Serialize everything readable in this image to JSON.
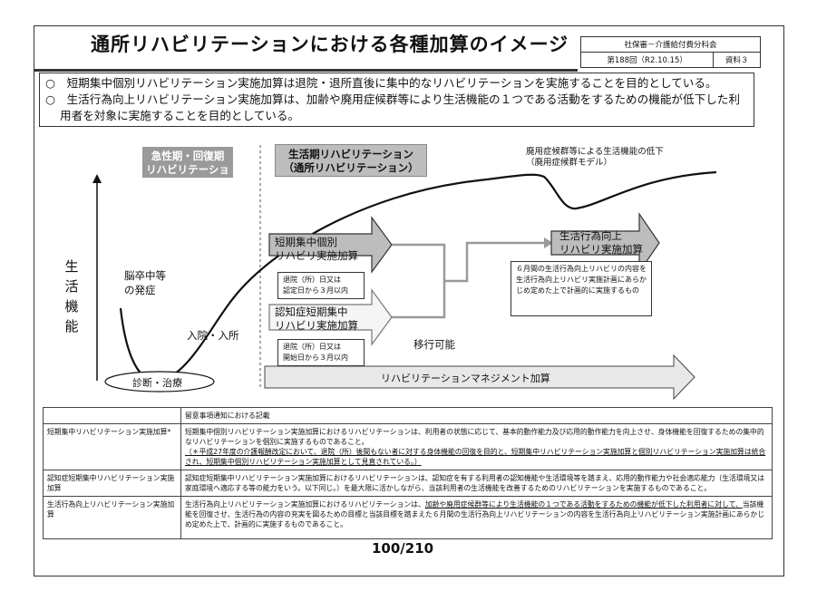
{
  "header": {
    "title": "通所リハビリテーションにおける各種加算のイメージ",
    "committee": "社保審－介護給付費分科会",
    "session": "第188回（R2.10.15）",
    "document": "資料３"
  },
  "intro": {
    "p1": "○　短期集中個別リハビリテーション実施加算は退院・退所直後に集中的なリハビリテーションを実施することを目的としている。",
    "p2": "○　生活行為向上リハビリテーション実施加算は、加齢や廃用症候群等により生活機能の１つである活動をするための機能が低下した利用者を対象に実施することを目的としている。"
  },
  "diagram": {
    "phase_acute": "急性期・回復期\nリハビリテーション",
    "phase_life": "生活期リハビリテーション\n（通所リハビリテーション）",
    "decline_label": "廃用症候群等による生活機能の低下\n（廃用症候群モデル）",
    "y_label": "生活機能",
    "stroke_label": "脳卒中等\nの発症",
    "admission_label": "入院・入所",
    "diagnosis_label": "診断・治療",
    "short_term_arrow": "短期集中個別\nリハビリ実施加算",
    "short_term_note": "退院（所）日又は\n認定日から３月以内",
    "dementia_arrow": "認知症短期集中\nリハビリ実施加算",
    "dementia_note": "退院（所）日又は\n開始日から３月以内",
    "transition_label": "移行可能",
    "life_act_arrow": "生活行為向上\nリハビリ実施加算",
    "life_act_note": "６月間の生活行為向上リハビリの内容を生活行為向上リハビリ実施計画にあらかじめ定めた上で計画的に実施するもの",
    "management_arrow": "リハビリテーションマネジメント加算"
  },
  "policy_table": {
    "header": "留意事項通知における記載",
    "rows": [
      {
        "name": "短期集中リハビリテーション実施加算*",
        "text1": "短期集中個別リハビリテーション実施加算におけるリハビリテーションは、利用者の状態に応じて、基本的動作能力及び応用的動作能力を向上させ、身体機能を回復するための集中的なリハビリテーションを個別に実施するものであること。",
        "text2": "（＊平成27年度の介護報酬改定において、退院（所）後間もない者に対する身体機能の回復を目的と、短期集中リハビリテーション実施加算と個別リハビリテーション実施加算は統合され、短期集中個別リハビリテーション実施加算として見直されている。）"
      },
      {
        "name": "認知症短期集中リハビリテーション実施加算",
        "text1": "認知症短期集中リハビリテーション実施加算におけるリハビリテーションは、認知症を有する利用者の認知機能や生活環境等を踏まえ、応用的動作能力や社会適応能力（生活環境又は家庭環境へ適応する等の能力をいう。以下同じ。）を最大限に活かしながら、当該利用者の生活機能を改善するためのリハビリテーションを実施するものであること。",
        "text2": ""
      },
      {
        "name": "生活行為向上リハビリテーション実施加算",
        "text1": "生活行為向上リハビリテーション実施加算におけるリハビリテーションは、",
        "text2": "加齢や廃用症候群等により生活機能の１つである活動をするための機能が低下した利用者に対して、",
        "text3": "当該機能を回復させ、生活行為の内容の充実を図るための目標と当該目標を踏まえた６月間の生活行為向上リハビリテーションの内容を生活行為向上リハビリテーション実施計画にあらかじめ定めた上で、計画的に実施するものであること。"
      }
    ]
  },
  "page": {
    "number": "100/210"
  },
  "colors": {
    "phase_acute_fill": "#9a9a9a",
    "arrow_fill": "#bdbdbd",
    "management_fill": "#e8e8e8"
  }
}
